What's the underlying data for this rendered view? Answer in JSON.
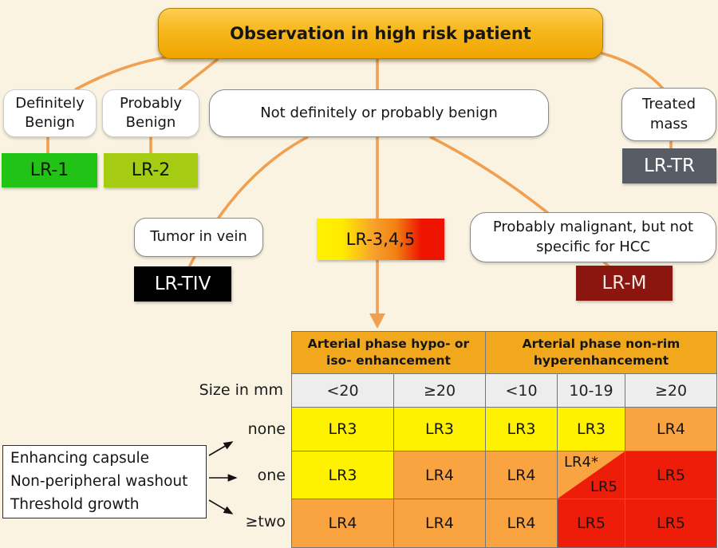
{
  "title": "Observation in high risk patient",
  "nodes": {
    "definitely_benign": "Definitely Benign",
    "probably_benign": "Probably Benign",
    "not_benign": "Not definitely or probably benign",
    "treated_mass": "Treated mass",
    "tumor_in_vein": "Tumor in vein",
    "probably_malignant": "Probably malignant, but not specific for HCC"
  },
  "categories": {
    "lr1": "LR-1",
    "lr2": "LR-2",
    "lrtr": "LR-TR",
    "lrtiv": "LR-TIV",
    "lr345": "LR-3,4,5",
    "lrm": "LR-M"
  },
  "table": {
    "size_label": "Size in mm",
    "col_groups": [
      {
        "label": "Arterial phase hypo- or iso- enhancement",
        "span": 2
      },
      {
        "label": "Arterial phase non-rim hyperenhancement",
        "span": 3
      }
    ],
    "size_cols": [
      "<20",
      "≥20",
      "<10",
      "10-19",
      "≥20"
    ],
    "rows": [
      {
        "label": "none",
        "cells": [
          "LR3",
          "LR3",
          "LR3",
          "LR3",
          "LR4"
        ]
      },
      {
        "label": "one",
        "cells": [
          "LR3",
          "LR4",
          "LR4",
          {
            "split": {
              "top_left": "LR4*",
              "bottom_right": "LR5"
            }
          },
          "LR5"
        ]
      },
      {
        "label": "≥two",
        "cells": [
          "LR4",
          "LR4",
          "LR4",
          "LR5",
          "LR5"
        ]
      }
    ]
  },
  "feature_box": {
    "lines": [
      "Enhancing capsule",
      "Non-peripheral washout",
      "Threshold growth"
    ]
  },
  "colors": {
    "background": "#FAF3E2",
    "connector_orange": "#F0A050",
    "root_gradient_top": "#FDCE52",
    "root_gradient_bottom": "#EFA401",
    "lr1_green": "#20C316",
    "lr2_yellow_green": "#A6CB13",
    "lrtr_gray": "#585C64",
    "lrtiv_black": "#000000",
    "lrm_dark_red": "#8B150F",
    "lr345_gradient": [
      "#FFF200",
      "#F7A02C",
      "#EE1400"
    ],
    "table_header_orange": "#F2A81D",
    "size_row_gray": "#EDEDED",
    "cell_yellow": "#FFF200",
    "cell_orange": "#F9A341",
    "cell_red": "#EE1D09"
  }
}
